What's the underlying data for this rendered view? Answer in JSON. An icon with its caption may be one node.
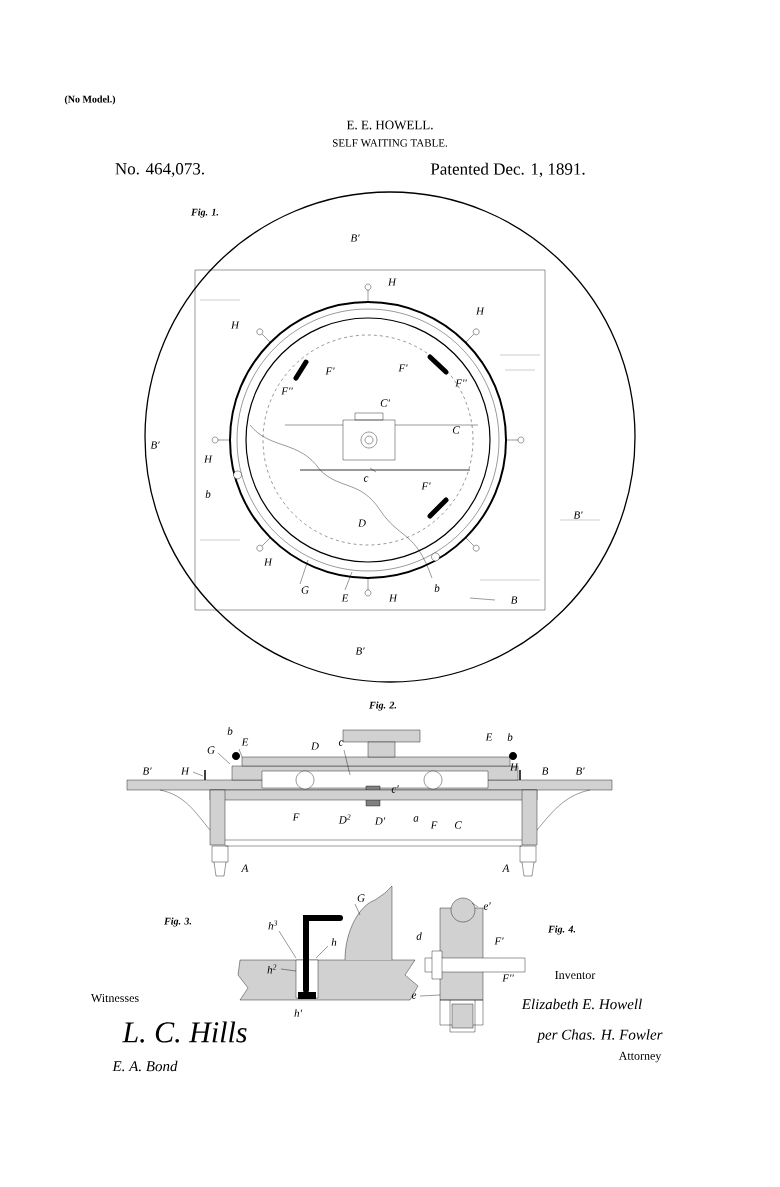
{
  "diagram": {
    "title": "SELF WAITING TABLE.",
    "labels": [
      "(No Model.)",
      "E. E. HOWELL.",
      "No. 464,073.",
      "Patented Dec. 1, 1891.",
      "Fig. 1.",
      "B'",
      "H",
      "H",
      "H",
      "F'",
      "F''",
      "F'",
      "F''",
      "C'",
      "C",
      "B'",
      "H",
      "b",
      "c",
      "F'",
      "D",
      "B'",
      "H",
      "G",
      "E",
      "H",
      "b",
      "B",
      "B'",
      "Fig. 2.",
      "G",
      "b",
      "E",
      "D",
      "c",
      "E",
      "b",
      "B'",
      "H",
      "H",
      "B",
      "B'",
      "c'",
      "F",
      "D$^{2}$",
      "D'",
      "a",
      "F",
      "C",
      "A",
      "A",
      "G",
      "e'",
      "Fig. 3.",
      "h$^{3}$",
      "h",
      "d",
      "Fig. 4.",
      "F'",
      "h$^{2}$",
      "F''",
      "Inventor",
      "Witnesses",
      "Elizabeth E. Howell",
      "e",
      "h'",
      "L. C. Hills",
      "per Chas. H. Fowler",
      "Attorney",
      "E. A. Bond"
    ]
  }
}
